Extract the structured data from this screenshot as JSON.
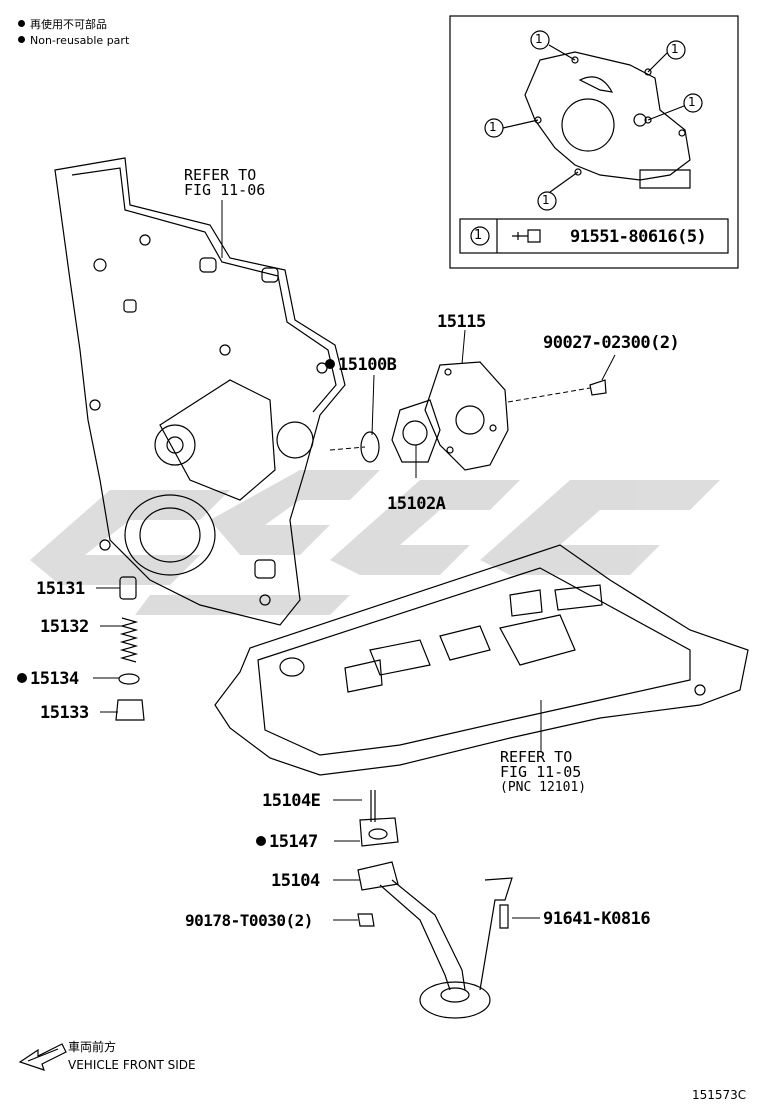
{
  "legend": {
    "line1": "再使用不可部品",
    "line2": "Non-reusable part"
  },
  "inset": {
    "circle_label": "1",
    "part": "91551-80616(5)"
  },
  "refer_top": {
    "line1": "REFER TO",
    "line2": "FIG 11-06"
  },
  "refer_pan": {
    "line1": "REFER TO",
    "line2": "FIG 11-05",
    "line3": "(PNC 12101)"
  },
  "parts": {
    "p15100B": "15100B",
    "p15115": "15115",
    "p90027": "90027-02300(2)",
    "p15102A": "15102A",
    "p15131": "15131",
    "p15132": "15132",
    "p15134": "15134",
    "p15133": "15133",
    "p15104E": "15104E",
    "p15147": "15147",
    "p15104": "15104",
    "p90178": "90178-T0030(2)",
    "p91641": "91641-K0816"
  },
  "front": {
    "line1": "車両前方",
    "line2": "VEHICLE FRONT SIDE"
  },
  "diagram_code": "151573C"
}
